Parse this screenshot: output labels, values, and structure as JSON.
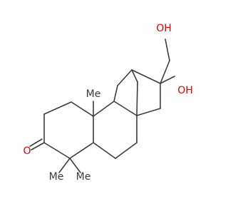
{
  "molecule": {
    "labels": {
      "methyl_angular": "Me",
      "methyl_gem_a": "Me",
      "methyl_gem_b": "Me",
      "ketone_oxygen": "O",
      "hydroxyl": "OH",
      "hydroxymethyl": "OH"
    },
    "colors": {
      "bond": "#3c3c3c",
      "heteroatom": "#e00000"
    }
  }
}
